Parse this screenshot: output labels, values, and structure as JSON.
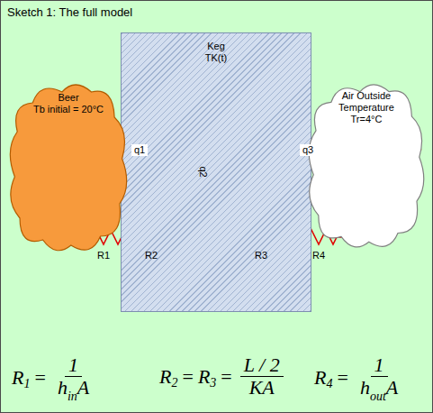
{
  "diagram": {
    "title": "Sketch 1: The full model",
    "nodes": [
      {
        "text": [
          "Keg",
          "TK(t)"
        ]
      },
      {
        "text": [
          "Beer",
          "Tb initial = 20°C"
        ]
      },
      {
        "text": [
          "Air Outside Temperature",
          "Tr=4°C"
        ]
      }
    ],
    "edges": [
      {
        "from": 1,
        "to": 0,
        "arrow": "to",
        "label": "q1"
      },
      {
        "from": 0,
        "to": 2,
        "arrow": "to",
        "label": "q3"
      }
    ],
    "labels": [
      "q2",
      "R1",
      "R2",
      "R3",
      "R4",
      "R",
      "1",
      "=",
      "1",
      "h",
      "in",
      "A",
      "R",
      "2",
      "=",
      "R",
      "3",
      "=",
      "L / 2",
      "KA",
      "R",
      "4",
      "=",
      "1",
      "h",
      "out",
      "A"
    ]
  }
}
